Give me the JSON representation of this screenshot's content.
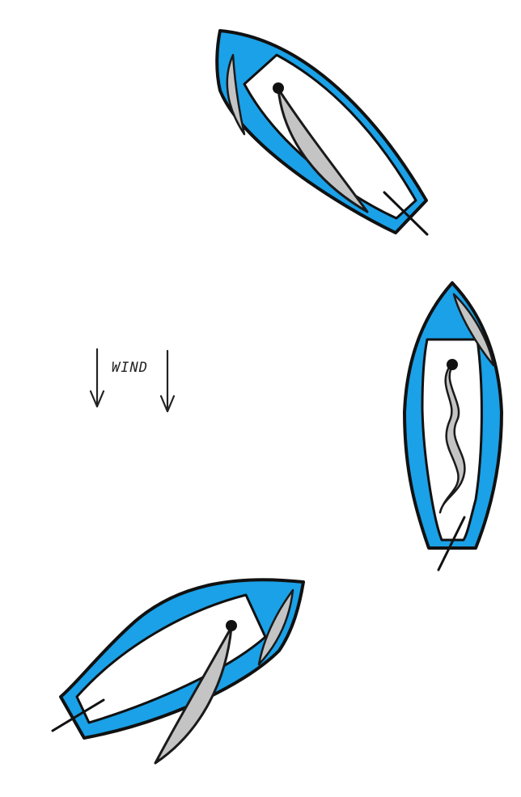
{
  "wind": {
    "label": "WIND"
  },
  "colors": {
    "hull_fill": "#1aa1e8",
    "hull_outline": "#111111",
    "deck": "#ffffff",
    "sail": "#c4c4c4",
    "sail_outline": "#1a1a1a",
    "line": "#222222"
  },
  "boats": [
    {
      "id": "boat-close-hauled",
      "point_of_sail": "close-hauled",
      "mainsail": "trimmed"
    },
    {
      "id": "boat-head-to-wind",
      "point_of_sail": "head-to-wind",
      "mainsail": "luffing"
    },
    {
      "id": "boat-reaching",
      "point_of_sail": "reaching",
      "mainsail": "eased"
    }
  ]
}
